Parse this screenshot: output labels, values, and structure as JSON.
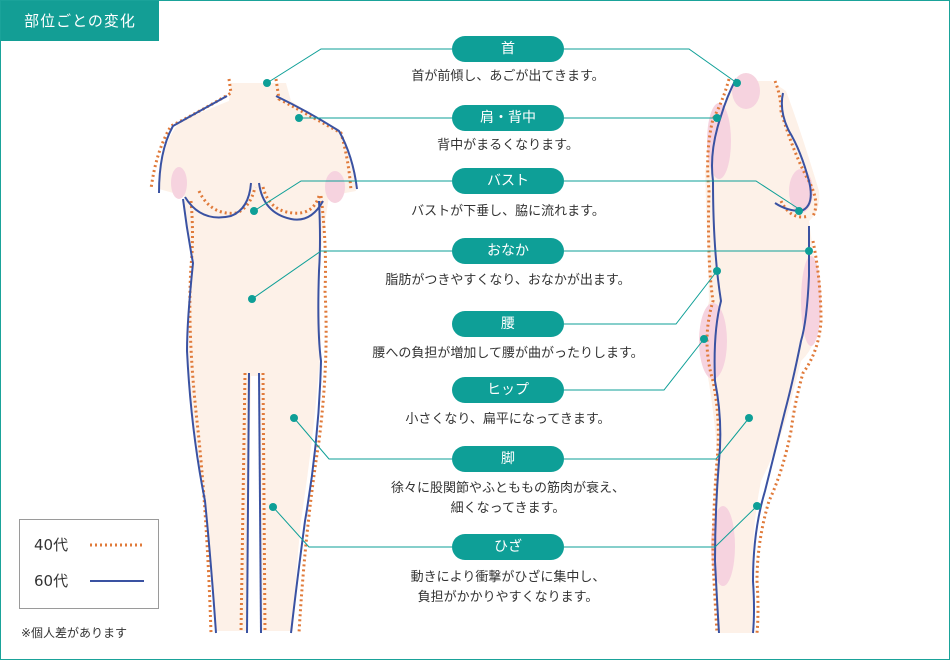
{
  "title": "部位ごとの変化",
  "labels": [
    {
      "name": "首",
      "desc": "首が前傾し、あごが出てきます。"
    },
    {
      "name": "肩・背中",
      "desc": "背中がまるくなります。"
    },
    {
      "name": "バスト",
      "desc": "バストが下垂し、脇に流れます。"
    },
    {
      "name": "おなか",
      "desc": "脂肪がつきやすくなり、おなかが出ます。"
    },
    {
      "name": "腰",
      "desc": "腰への負担が増加して腰が曲がったりします。"
    },
    {
      "name": "ヒップ",
      "desc": "小さくなり、扁平になってきます。"
    },
    {
      "name": "脚",
      "desc": "徐々に股関節やふとももの筋肉が衰え、",
      "desc2": "細くなってきます。"
    },
    {
      "name": "ひざ",
      "desc": "動きにより衝撃がひざに集中し、",
      "desc2": "負担がかかりやすくなります。"
    }
  ],
  "legend": {
    "age40": "40代",
    "age60": "60代",
    "age40_color": "#e07a3a",
    "age60_color": "#3a52a2"
  },
  "note": "※個人差があります",
  "colors": {
    "teal": "#0e9f97",
    "skin": "#fdf1e8",
    "highlight": "#f6d3df"
  }
}
